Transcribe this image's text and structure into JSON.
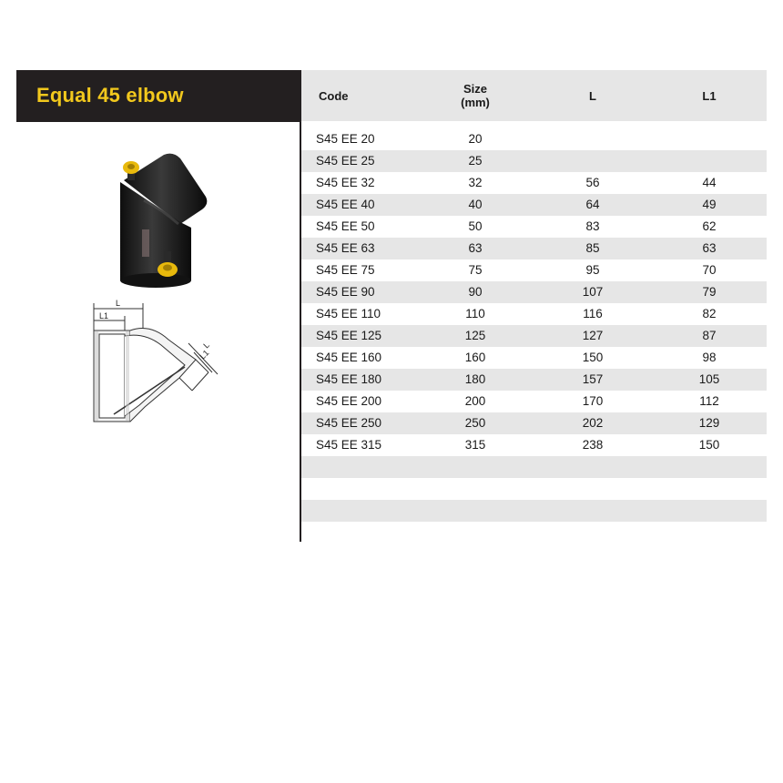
{
  "product": {
    "title": "Equal 45 elbow"
  },
  "table": {
    "headers": {
      "code": "Code",
      "size_line1": "Size",
      "size_line2": "(mm)",
      "l": "L",
      "l1": "L1"
    },
    "rows": [
      {
        "code": "S45 EE 20",
        "size": "20",
        "l": "",
        "l1": ""
      },
      {
        "code": "S45 EE 25",
        "size": "25",
        "l": "",
        "l1": ""
      },
      {
        "code": "S45 EE 32",
        "size": "32",
        "l": "56",
        "l1": "44"
      },
      {
        "code": "S45 EE 40",
        "size": "40",
        "l": "64",
        "l1": "49"
      },
      {
        "code": "S45 EE 50",
        "size": "50",
        "l": "83",
        "l1": "62"
      },
      {
        "code": "S45 EE 63",
        "size": "63",
        "l": "85",
        "l1": "63"
      },
      {
        "code": "S45 EE 75",
        "size": "75",
        "l": "95",
        "l1": "70"
      },
      {
        "code": "S45 EE 90",
        "size": "90",
        "l": "107",
        "l1": "79"
      },
      {
        "code": "S45 EE 110",
        "size": "110",
        "l": "116",
        "l1": "82"
      },
      {
        "code": "S45 EE 125",
        "size": "125",
        "l": "127",
        "l1": "87"
      },
      {
        "code": "S45 EE 160",
        "size": "160",
        "l": "150",
        "l1": "98"
      },
      {
        "code": "S45 EE 180",
        "size": "180",
        "l": "157",
        "l1": "105"
      },
      {
        "code": "S45 EE 200",
        "size": "200",
        "l": "170",
        "l1": "112"
      },
      {
        "code": "S45 EE 250",
        "size": "250",
        "l": "202",
        "l1": "129"
      },
      {
        "code": "S45 EE 315",
        "size": "315",
        "l": "238",
        "l1": "150"
      },
      {
        "code": "",
        "size": "",
        "l": "",
        "l1": ""
      },
      {
        "code": "",
        "size": "",
        "l": "",
        "l1": ""
      },
      {
        "code": "",
        "size": "",
        "l": "",
        "l1": ""
      },
      {
        "code": "",
        "size": "",
        "l": "",
        "l1": ""
      }
    ]
  },
  "drawing": {
    "dim_l_top": "L",
    "dim_l1_top": "L1",
    "dim_l_right": "L",
    "dim_l1_right": "L1"
  },
  "colors": {
    "title_bg": "#231f20",
    "title_text": "#f2c81d",
    "row_shade": "#e6e6e6",
    "fitting_body": "#1c1c1c",
    "terminal_cap": "#e8b90c"
  },
  "icons": {
    "photo": "elbow-fitting-photo",
    "drawing": "elbow-technical-drawing"
  }
}
